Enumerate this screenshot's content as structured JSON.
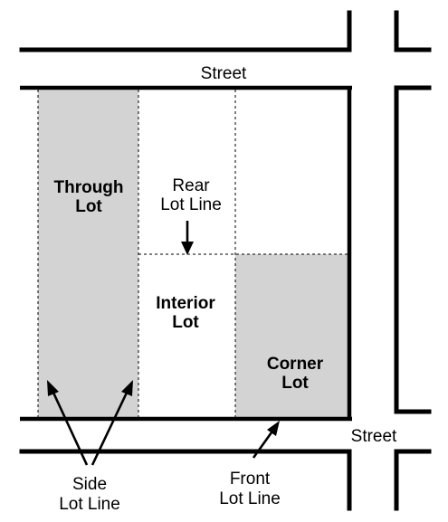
{
  "labels": {
    "street_top": "Street",
    "street_bottom": "Street",
    "through_lot_1": "Through",
    "through_lot_2": "Lot",
    "rear_lot_line_1": "Rear",
    "rear_lot_line_2": "Lot Line",
    "interior_lot_1": "Interior",
    "interior_lot_2": "Lot",
    "corner_lot_1": "Corner",
    "corner_lot_2": "Lot",
    "side_lot_line_1": "Side",
    "side_lot_line_2": "Lot Line",
    "front_lot_line_1": "Front",
    "front_lot_line_2": "Lot Line"
  },
  "colors": {
    "shaded_lot": "#d3d3d3",
    "line": "#000000",
    "background": "#ffffff"
  }
}
